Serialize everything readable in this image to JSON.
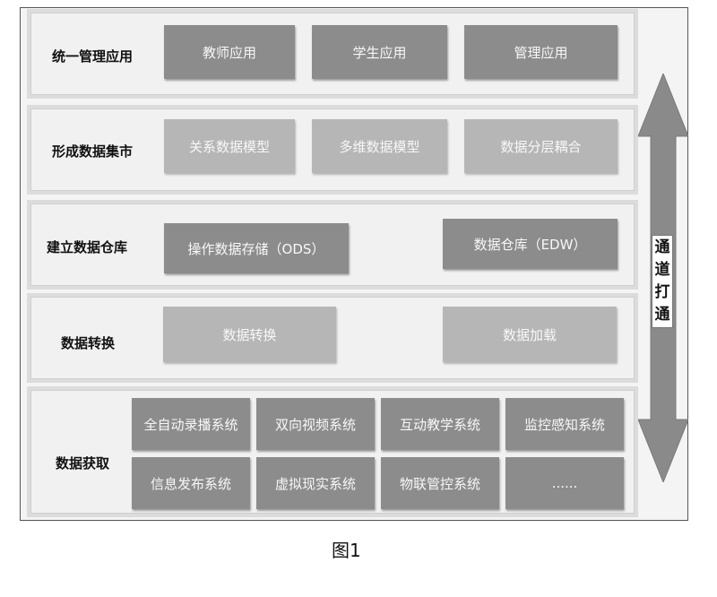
{
  "layers": [
    {
      "label": "统一管理应用",
      "boxes": [
        "教师应用",
        "学生应用",
        "管理应用"
      ]
    },
    {
      "label": "形成数据集市",
      "boxes": [
        "关系数据模型",
        "多维数据模型",
        "数据分层耦合"
      ]
    },
    {
      "label": "建立数据仓库",
      "boxes": [
        "操作数据存储（ODS）",
        "数据仓库（EDW）"
      ]
    },
    {
      "label": "数据转换",
      "boxes": [
        "数据转换",
        "数据加载"
      ]
    },
    {
      "label": "数据获取",
      "boxes": [
        "全自动录播系统",
        "双向视频系统",
        "互动教学系统",
        "监控感知系统",
        "信息发布系统",
        "虚拟现实系统",
        "物联管控系统",
        "......"
      ]
    }
  ],
  "arrow": {
    "chars": [
      "通",
      "道",
      "打",
      "通"
    ]
  },
  "caption": "图1",
  "colors": {
    "dark_box": "#8c8c8c",
    "light_box": "#b6b6b6",
    "arrow": "#8a8a8a"
  }
}
